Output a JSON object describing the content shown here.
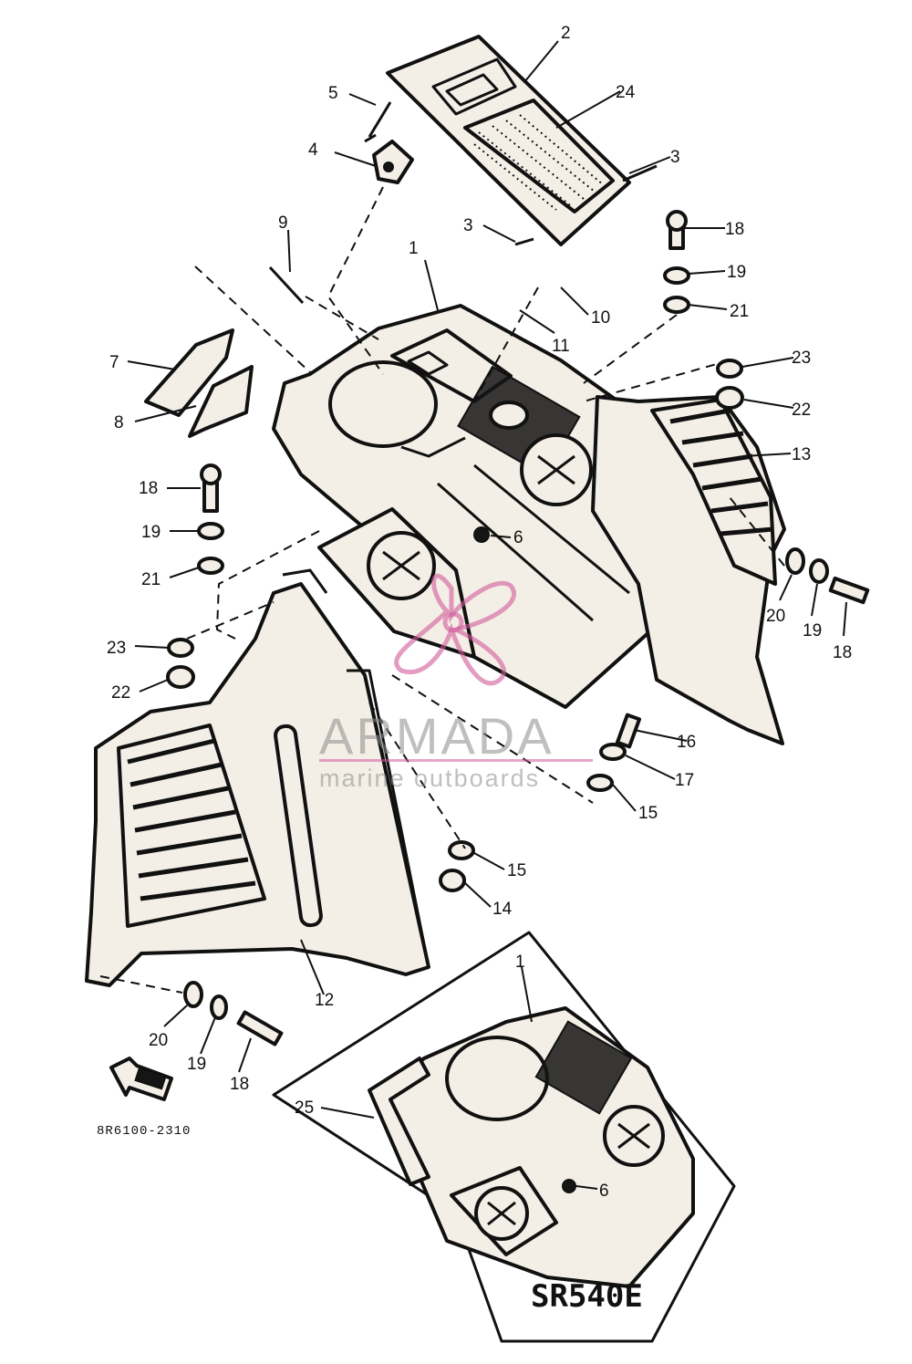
{
  "callouts": [
    "1",
    "2",
    "24",
    "3",
    "3",
    "5",
    "4",
    "9",
    "7",
    "8",
    "10",
    "11",
    "18",
    "19",
    "21",
    "23",
    "22",
    "13",
    "18",
    "19",
    "21",
    "6",
    "23",
    "22",
    "20",
    "19",
    "18",
    "16",
    "17",
    "15",
    "15",
    "14",
    "12",
    "20",
    "19",
    "18",
    "25",
    "1",
    "6"
  ],
  "diagram_code": "8R6100-2310",
  "inset_model": "SR540E",
  "watermark": {
    "brand": "ARMADA",
    "tagline": "marine outboards"
  },
  "colors": {
    "line": "#111111",
    "part_fill": "#f4efe6",
    "watermark_logo": "#d05a9a"
  }
}
